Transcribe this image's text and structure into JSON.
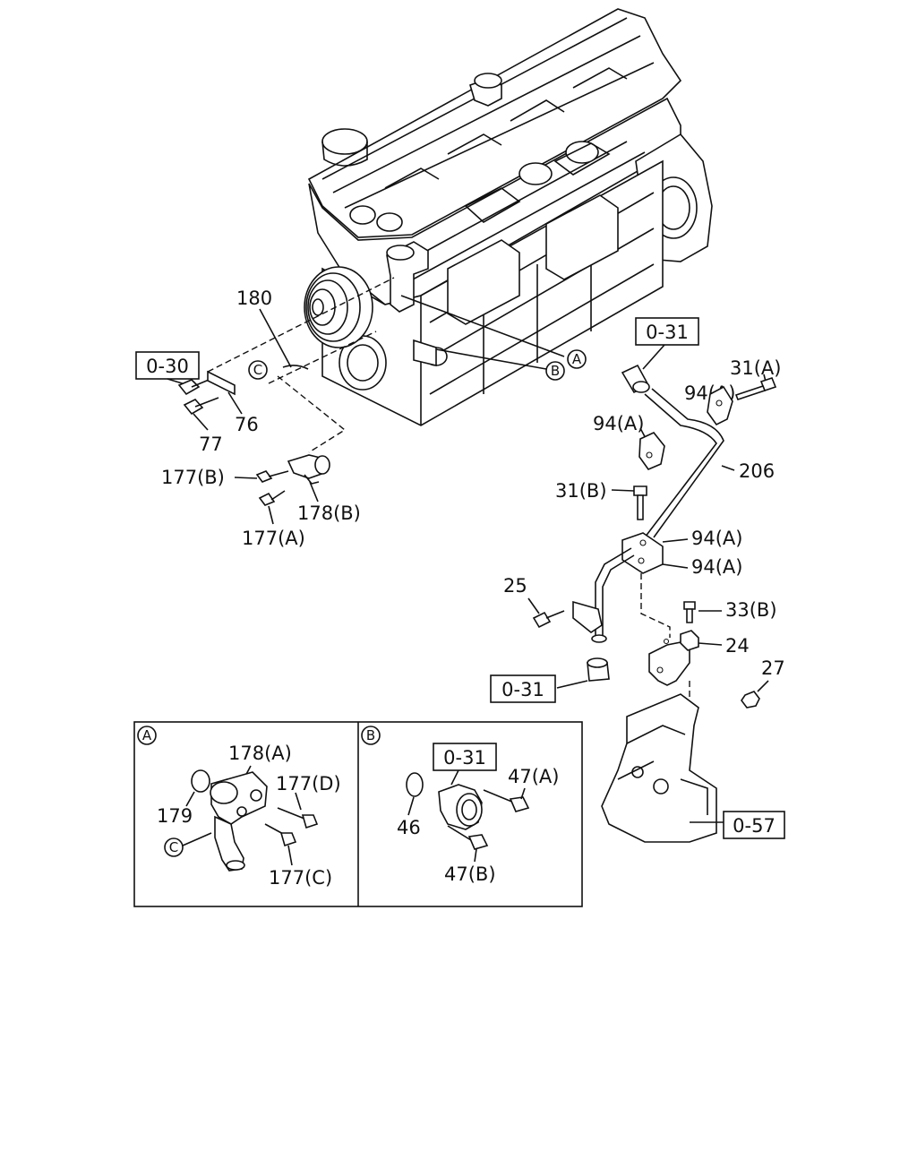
{
  "callouts": {
    "c180": "180",
    "c76": "76",
    "c77": "77",
    "c177b": "177(B)",
    "c178b": "178(B)",
    "c177a": "177(A)",
    "c31a": "31(A)",
    "c94a_1": "94(A)",
    "c94a_2": "94(A)",
    "c206": "206",
    "c31b": "31(B)",
    "c94a_3": "94(A)",
    "c94a_4": "94(A)",
    "c25": "25",
    "c33b": "33(B)",
    "c24": "24",
    "c27": "27",
    "c178a": "178(A)",
    "c177d": "177(D)",
    "c179": "179",
    "c177c": "177(C)",
    "c46": "46",
    "c47a": "47(A)",
    "c47b": "47(B)"
  },
  "references": {
    "r030": "0-30",
    "r031_top": "0-31",
    "r031_bottom": "0-31",
    "r031_detail": "0-31",
    "r057": "0-57"
  },
  "markers": {
    "a": "A",
    "b": "B",
    "c": "C",
    "panel_a": "A",
    "panel_b": "B",
    "c_detail": "C"
  }
}
